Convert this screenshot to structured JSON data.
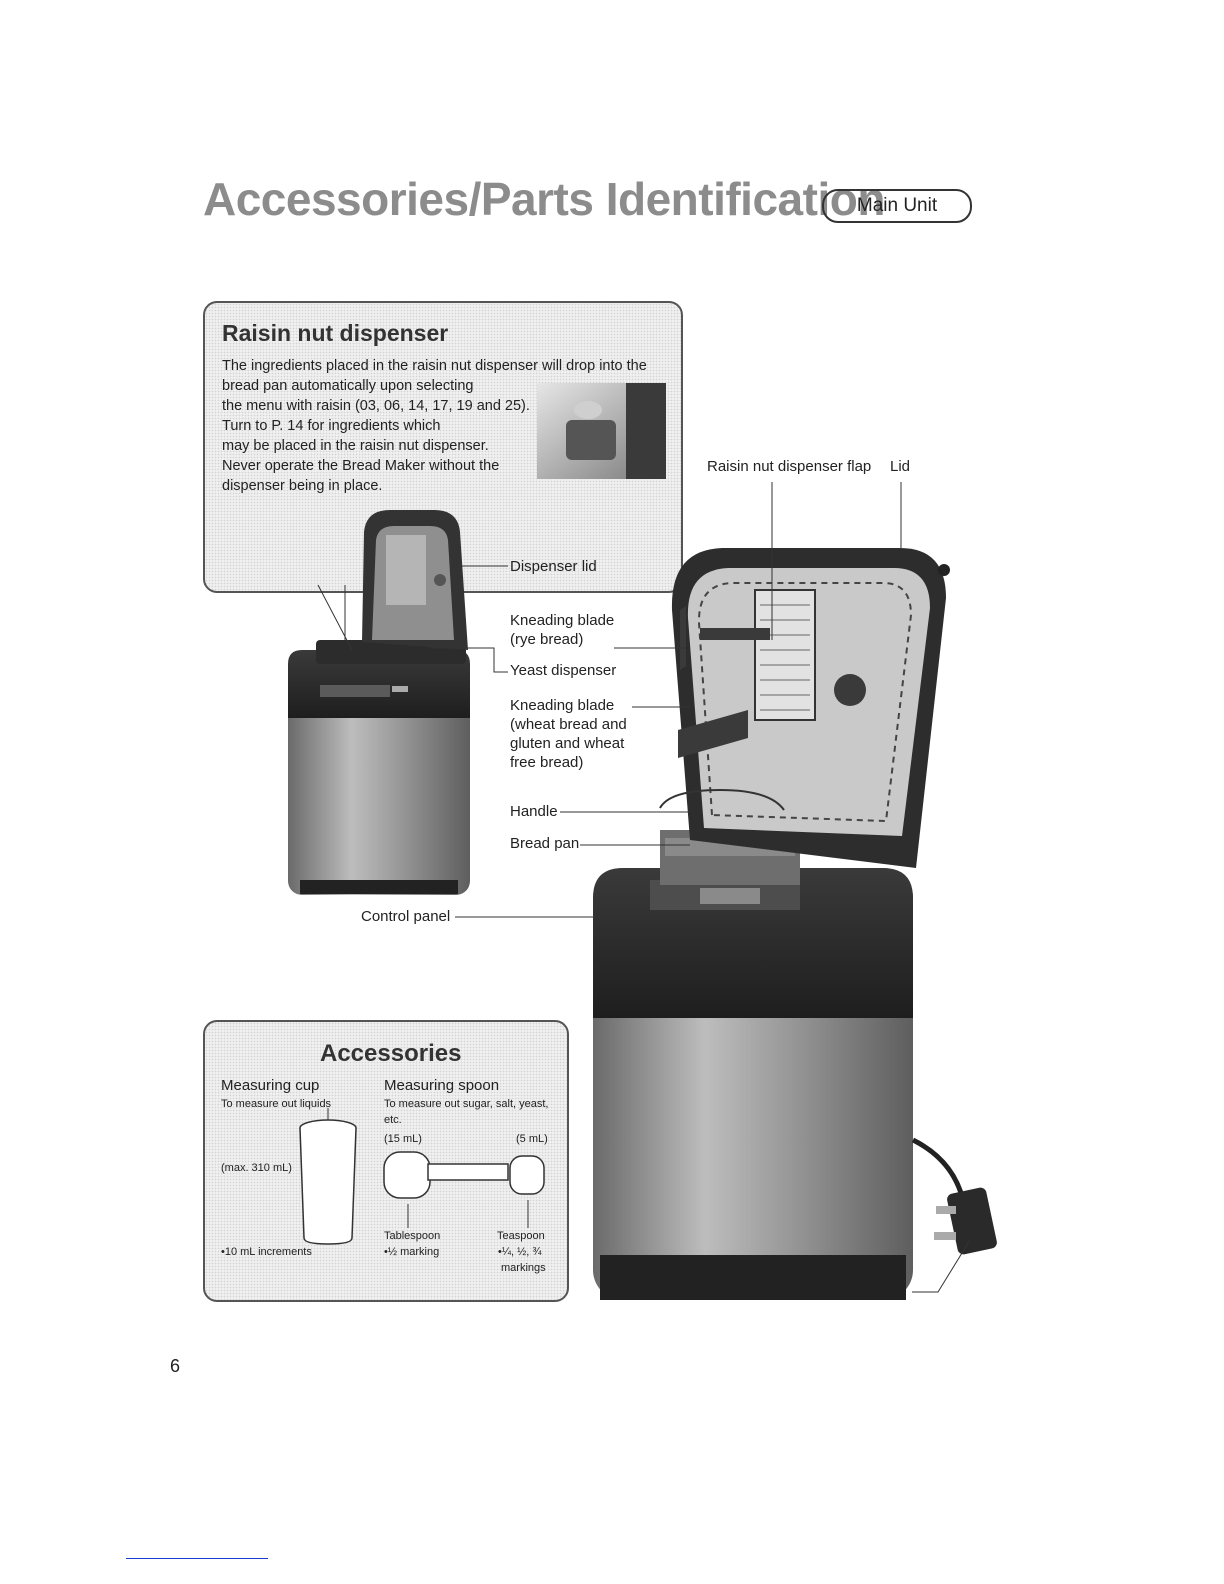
{
  "header": {
    "title": "Accessories/Parts Identification",
    "badge": "Main Unit"
  },
  "raisin_dispenser": {
    "title": "Raisin nut dispenser",
    "lines": [
      "The ingredients placed in the raisin nut dispenser will drop into the",
      "bread pan automatically upon selecting",
      "the menu with raisin (03, 06, 14, 17, 19 and 25).",
      "Turn to P. 14 for ingredients which",
      "may be placed in the raisin nut dispenser.",
      "Never operate the Bread Maker without the",
      "dispenser being in place."
    ]
  },
  "labels": {
    "dispenser_lid": "Dispenser lid",
    "kneading_blade_rye": [
      "Kneading blade",
      "(rye bread)"
    ],
    "yeast_dispenser": "Yeast dispenser",
    "kneading_blade_wheat": [
      "Kneading blade",
      "(wheat bread and",
      "gluten and wheat",
      "free bread)"
    ],
    "handle": "Handle",
    "bread_pan": "Bread pan",
    "control_panel": "Control panel",
    "raisin_flap": "Raisin nut dispenser flap",
    "lid": "Lid",
    "plug": "Plug"
  },
  "accessories": {
    "title": "Accessories",
    "cup": {
      "name": "Measuring cup",
      "desc": "To measure out liquids",
      "capacity": "(max. 310 mL)",
      "increments": "•10 mL increments"
    },
    "spoon": {
      "name": "Measuring spoon",
      "desc_lines": [
        "To measure out sugar, salt, yeast,",
        "etc."
      ],
      "tablespoon_volume": "(15 mL)",
      "teaspoon_volume": "(5 mL)",
      "tablespoon_name": "Tablespoon",
      "tablespoon_marking": "•½ marking",
      "teaspoon_name": "Teaspoon",
      "teaspoon_marking": "•¼, ½, ¾",
      "teaspoon_marking_2": "markings"
    }
  },
  "page_number": "6"
}
